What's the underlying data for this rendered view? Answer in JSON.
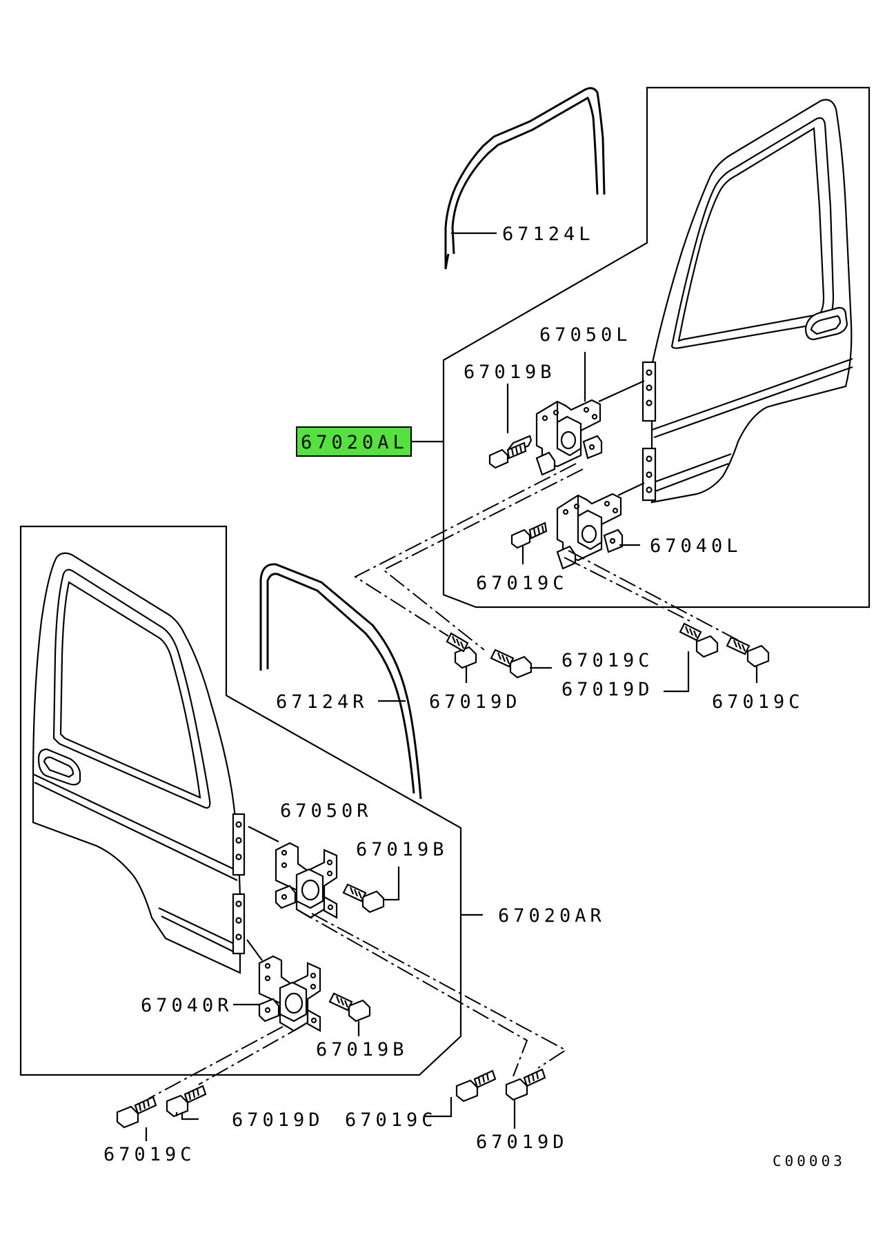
{
  "highlight_color": "#56e23e",
  "labels": {
    "weatherstrip_l": "67124L",
    "weatherstrip_r": "67124R",
    "upper_hinge_l": "67050L",
    "lower_hinge_l": "67040L",
    "door_assy_l": "67020AL",
    "upper_hinge_r": "67050R",
    "lower_hinge_r": "67040R",
    "door_assy_r": "67020AR",
    "bolt_b": "67019B",
    "bolt_c": "67019C",
    "bolt_d": "67019D",
    "diagram_code": "C00003"
  }
}
